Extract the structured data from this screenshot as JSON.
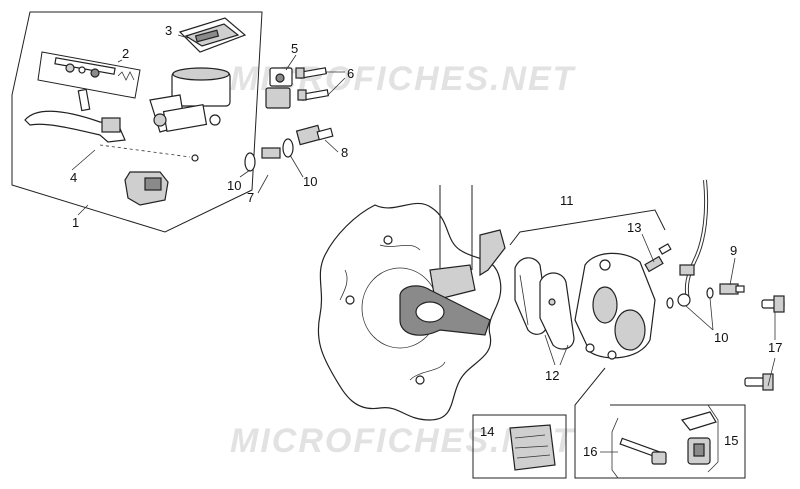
{
  "watermark": {
    "top": "MICROFICHES.NET",
    "bottom": "MICROFICHES.NET"
  },
  "callouts": {
    "c1": "1",
    "c2": "2",
    "c3": "3",
    "c4": "4",
    "c5": "5",
    "c6": "6",
    "c7": "7",
    "c8": "8",
    "c9": "9",
    "c10a": "10",
    "c10b": "10",
    "c10c": "10",
    "c11": "11",
    "c12": "12",
    "c13": "13",
    "c14": "14",
    "c15": "15",
    "c16": "16",
    "c17": "17"
  },
  "icons": {
    "brake_disc": "brake-disc-icon",
    "caliper": "brake-caliper-icon",
    "master_cylinder": "master-cylinder-icon"
  },
  "colors": {
    "line": "#222222",
    "watermark": "#e2e2e2",
    "background": "#ffffff"
  }
}
